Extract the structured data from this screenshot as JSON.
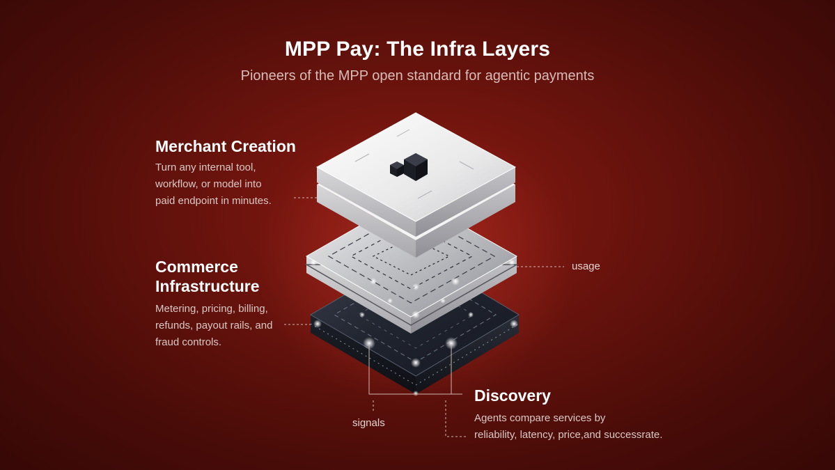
{
  "title": "MPP Pay: The Infra Layers",
  "subtitle": "Pioneers of the MPP open standard for agentic payments",
  "layers": [
    {
      "heading": "Merchant Creation",
      "description_lines": [
        "Turn any internal tool,",
        "workflow, or model into",
        "paid endpoint in minutes."
      ]
    },
    {
      "heading_lines": [
        "Commerce",
        "Infrastructure"
      ],
      "description_lines": [
        "Metering, pricing, billing,",
        "refunds, payout rails, and",
        "fraud controls."
      ]
    },
    {
      "heading": "Discovery",
      "description_lines": [
        "Agents compare services by",
        "reliability, latency, price,and successrate."
      ]
    }
  ],
  "tags": {
    "usage": "usage",
    "signals": "signals"
  },
  "icons": {
    "top_layer": "cubes-icon"
  },
  "colors": {
    "background": "#6a130d",
    "text": "#ffffff",
    "muted": "#d9c8c5"
  }
}
